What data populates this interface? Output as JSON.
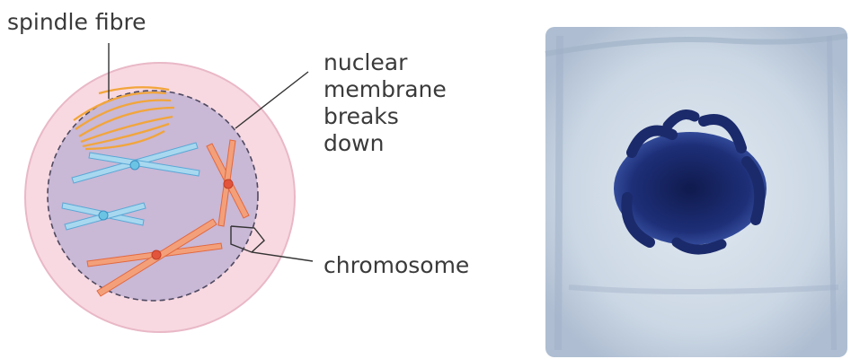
{
  "labels": {
    "spindle": "spindle fibre",
    "nuclear_lines": [
      "nuclear",
      "membrane",
      "breaks",
      "down"
    ],
    "chromosome": "chromosome"
  },
  "colors": {
    "cell_fill": "#f8d9e1",
    "cell_border": "#e9b8c7",
    "nucleus_fill": "#c9b8d6",
    "nucleus_border": "#4f4960",
    "spindle": "#f2a53a",
    "chromosome_blue": "#9fd1ea",
    "chromosome_orange": "#ef8a58",
    "centromere_orange": "#e2553c",
    "leader_line": "#333333",
    "micrograph_bg": "#c9d5e3",
    "stained_chromatin": "#1b2a6b"
  }
}
